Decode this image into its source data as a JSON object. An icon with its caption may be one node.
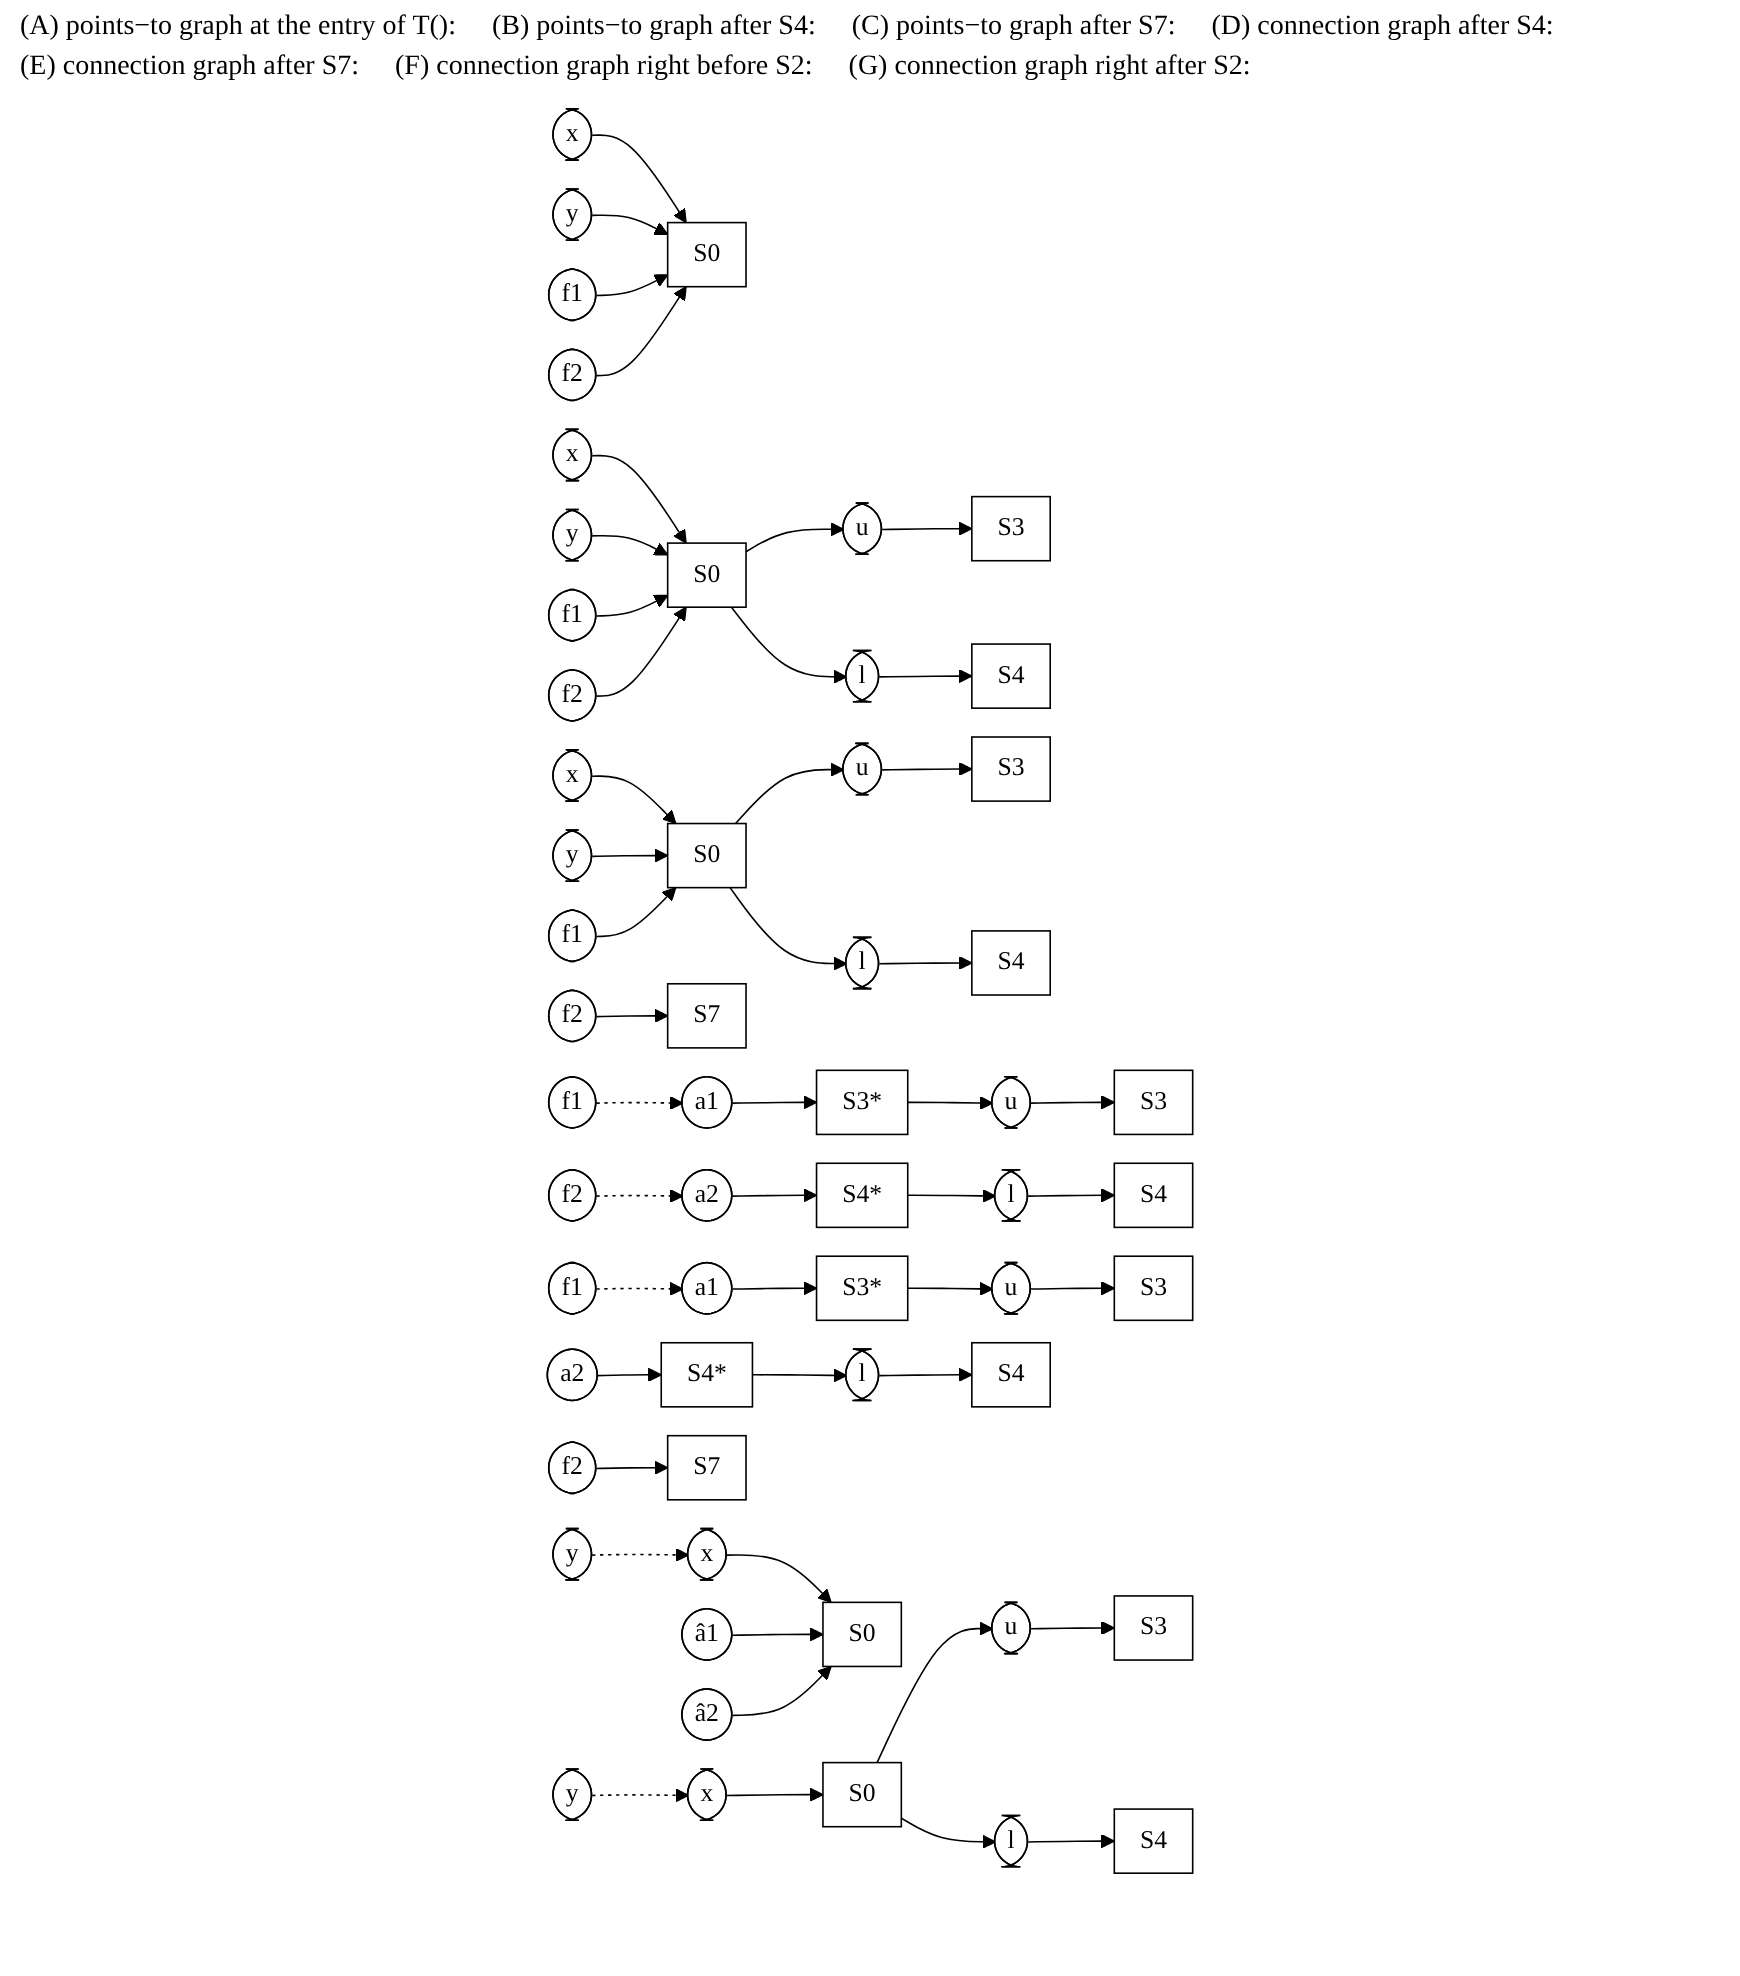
{
  "diagram": {
    "nodes": [
      {
        "text": [
          "x"
        ]
      },
      {
        "text": [
          "y"
        ]
      },
      {
        "text": [
          "S0"
        ]
      },
      {
        "text": [
          "f1"
        ]
      },
      {
        "text": [
          "f2"
        ]
      },
      {
        "text": [
          "x"
        ]
      },
      {
        "text": [
          "y"
        ]
      },
      {
        "text": [
          "S0"
        ]
      },
      {
        "text": [
          "u"
        ]
      },
      {
        "text": [
          "S3"
        ]
      },
      {
        "text": [
          "l"
        ]
      },
      {
        "text": [
          "S4"
        ]
      },
      {
        "text": [
          "f1"
        ]
      },
      {
        "text": [
          "f2"
        ]
      },
      {
        "text": [
          "x"
        ]
      },
      {
        "text": [
          "y"
        ]
      },
      {
        "text": [
          "S0"
        ]
      },
      {
        "text": [
          "u"
        ]
      },
      {
        "text": [
          "S3"
        ]
      },
      {
        "text": [
          "l"
        ]
      },
      {
        "text": [
          "S4"
        ]
      },
      {
        "text": [
          "f1"
        ]
      },
      {
        "text": [
          "f2"
        ]
      },
      {
        "text": [
          "S7"
        ]
      },
      {
        "text": [
          "f1"
        ]
      },
      {
        "text": [
          "a1"
        ]
      },
      {
        "text": [
          "S3*"
        ]
      },
      {
        "text": [
          "u"
        ]
      },
      {
        "text": [
          "S3"
        ]
      },
      {
        "text": [
          "f2"
        ]
      },
      {
        "text": [
          "a2"
        ]
      },
      {
        "text": [
          "S4*"
        ]
      },
      {
        "text": [
          "l"
        ]
      },
      {
        "text": [
          "S4"
        ]
      },
      {
        "text": [
          "f1"
        ]
      },
      {
        "text": [
          "a1"
        ]
      },
      {
        "text": [
          "S3*"
        ]
      },
      {
        "text": [
          "u"
        ]
      },
      {
        "text": [
          "S3"
        ]
      },
      {
        "text": [
          "f2"
        ]
      },
      {
        "text": [
          "a2"
        ]
      },
      {
        "text": [
          "S4*"
        ]
      },
      {
        "text": [
          "l"
        ]
      },
      {
        "text": [
          "S4"
        ]
      },
      {
        "text": [
          "S7"
        ]
      },
      {
        "text": [
          "x"
        ]
      },
      {
        "text": [
          "S0"
        ]
      },
      {
        "text": [
          "y"
        ]
      },
      {
        "text": [
          "â1"
        ]
      },
      {
        "text": [
          "â2"
        ]
      },
      {
        "text": [
          "x"
        ]
      },
      {
        "text": [
          "S0"
        ]
      },
      {
        "text": [
          "u"
        ]
      },
      {
        "text": [
          "S3"
        ]
      },
      {
        "text": [
          "y"
        ]
      },
      {
        "text": [
          "l"
        ]
      },
      {
        "text": [
          "S4"
        ]
      }
    ],
    "edges": [
      {
        "from": 0,
        "to": 2,
        "arrow": "to"
      },
      {
        "from": 1,
        "to": 2,
        "arrow": "to"
      },
      {
        "from": 3,
        "to": 2,
        "arrow": "to"
      },
      {
        "from": 4,
        "to": 2,
        "arrow": "to"
      },
      {
        "from": 5,
        "to": 7,
        "arrow": "to"
      },
      {
        "from": 6,
        "to": 7,
        "arrow": "to"
      },
      {
        "from": 12,
        "to": 7,
        "arrow": "to"
      },
      {
        "from": 13,
        "to": 7,
        "arrow": "to"
      },
      {
        "from": 7,
        "to": 8,
        "arrow": "to"
      },
      {
        "from": 8,
        "to": 9,
        "arrow": "to"
      },
      {
        "from": 7,
        "to": 10,
        "arrow": "to"
      },
      {
        "from": 10,
        "to": 11,
        "arrow": "to"
      },
      {
        "from": 14,
        "to": 16,
        "arrow": "to"
      },
      {
        "from": 15,
        "to": 16,
        "arrow": "to"
      },
      {
        "from": 21,
        "to": 16,
        "arrow": "to"
      },
      {
        "from": 16,
        "to": 17,
        "arrow": "to"
      },
      {
        "from": 17,
        "to": 18,
        "arrow": "to"
      },
      {
        "from": 16,
        "to": 19,
        "arrow": "to"
      },
      {
        "from": 19,
        "to": 20,
        "arrow": "to"
      },
      {
        "from": 22,
        "to": 23,
        "arrow": "to"
      },
      {
        "from": 24,
        "to": 25,
        "arrow": "to",
        "style": "dashed"
      },
      {
        "from": 25,
        "to": 26,
        "arrow": "to"
      },
      {
        "from": 26,
        "to": 27,
        "arrow": "to"
      },
      {
        "from": 27,
        "to": 28,
        "arrow": "to"
      },
      {
        "from": 29,
        "to": 30,
        "arrow": "to",
        "style": "dashed"
      },
      {
        "from": 30,
        "to": 31,
        "arrow": "to"
      },
      {
        "from": 31,
        "to": 32,
        "arrow": "to"
      },
      {
        "from": 32,
        "to": 33,
        "arrow": "to"
      },
      {
        "from": 34,
        "to": 35,
        "arrow": "to",
        "style": "dashed"
      },
      {
        "from": 35,
        "to": 36,
        "arrow": "to"
      },
      {
        "from": 36,
        "to": 37,
        "arrow": "to"
      },
      {
        "from": 37,
        "to": 38,
        "arrow": "to"
      },
      {
        "from": 40,
        "to": 41,
        "arrow": "to"
      },
      {
        "from": 41,
        "to": 42,
        "arrow": "to"
      },
      {
        "from": 42,
        "to": 43,
        "arrow": "to"
      },
      {
        "from": 39,
        "to": 44,
        "arrow": "to"
      },
      {
        "from": 45,
        "to": 46,
        "arrow": "to"
      },
      {
        "from": 47,
        "to": 45,
        "arrow": "to",
        "style": "dashed"
      },
      {
        "from": 48,
        "to": 46,
        "arrow": "to"
      },
      {
        "from": 49,
        "to": 46,
        "arrow": "to"
      },
      {
        "from": 50,
        "to": 51,
        "arrow": "to"
      },
      {
        "from": 54,
        "to": 50,
        "arrow": "to",
        "style": "dashed"
      },
      {
        "from": 51,
        "to": 52,
        "arrow": "to"
      },
      {
        "from": 52,
        "to": 53,
        "arrow": "to"
      },
      {
        "from": 51,
        "to": 55,
        "arrow": "to"
      },
      {
        "from": 55,
        "to": 56,
        "arrow": "to"
      }
    ],
    "labels": [
      "(A) points−to graph at the entry of T():",
      "(B) points−to graph after S4:",
      "(C) points−to graph after S7:",
      "(D) connection graph after S4:",
      "(E) connection graph after S7:",
      "(F) connection graph right before S2:",
      "(G) connection graph right after S2:"
    ]
  }
}
